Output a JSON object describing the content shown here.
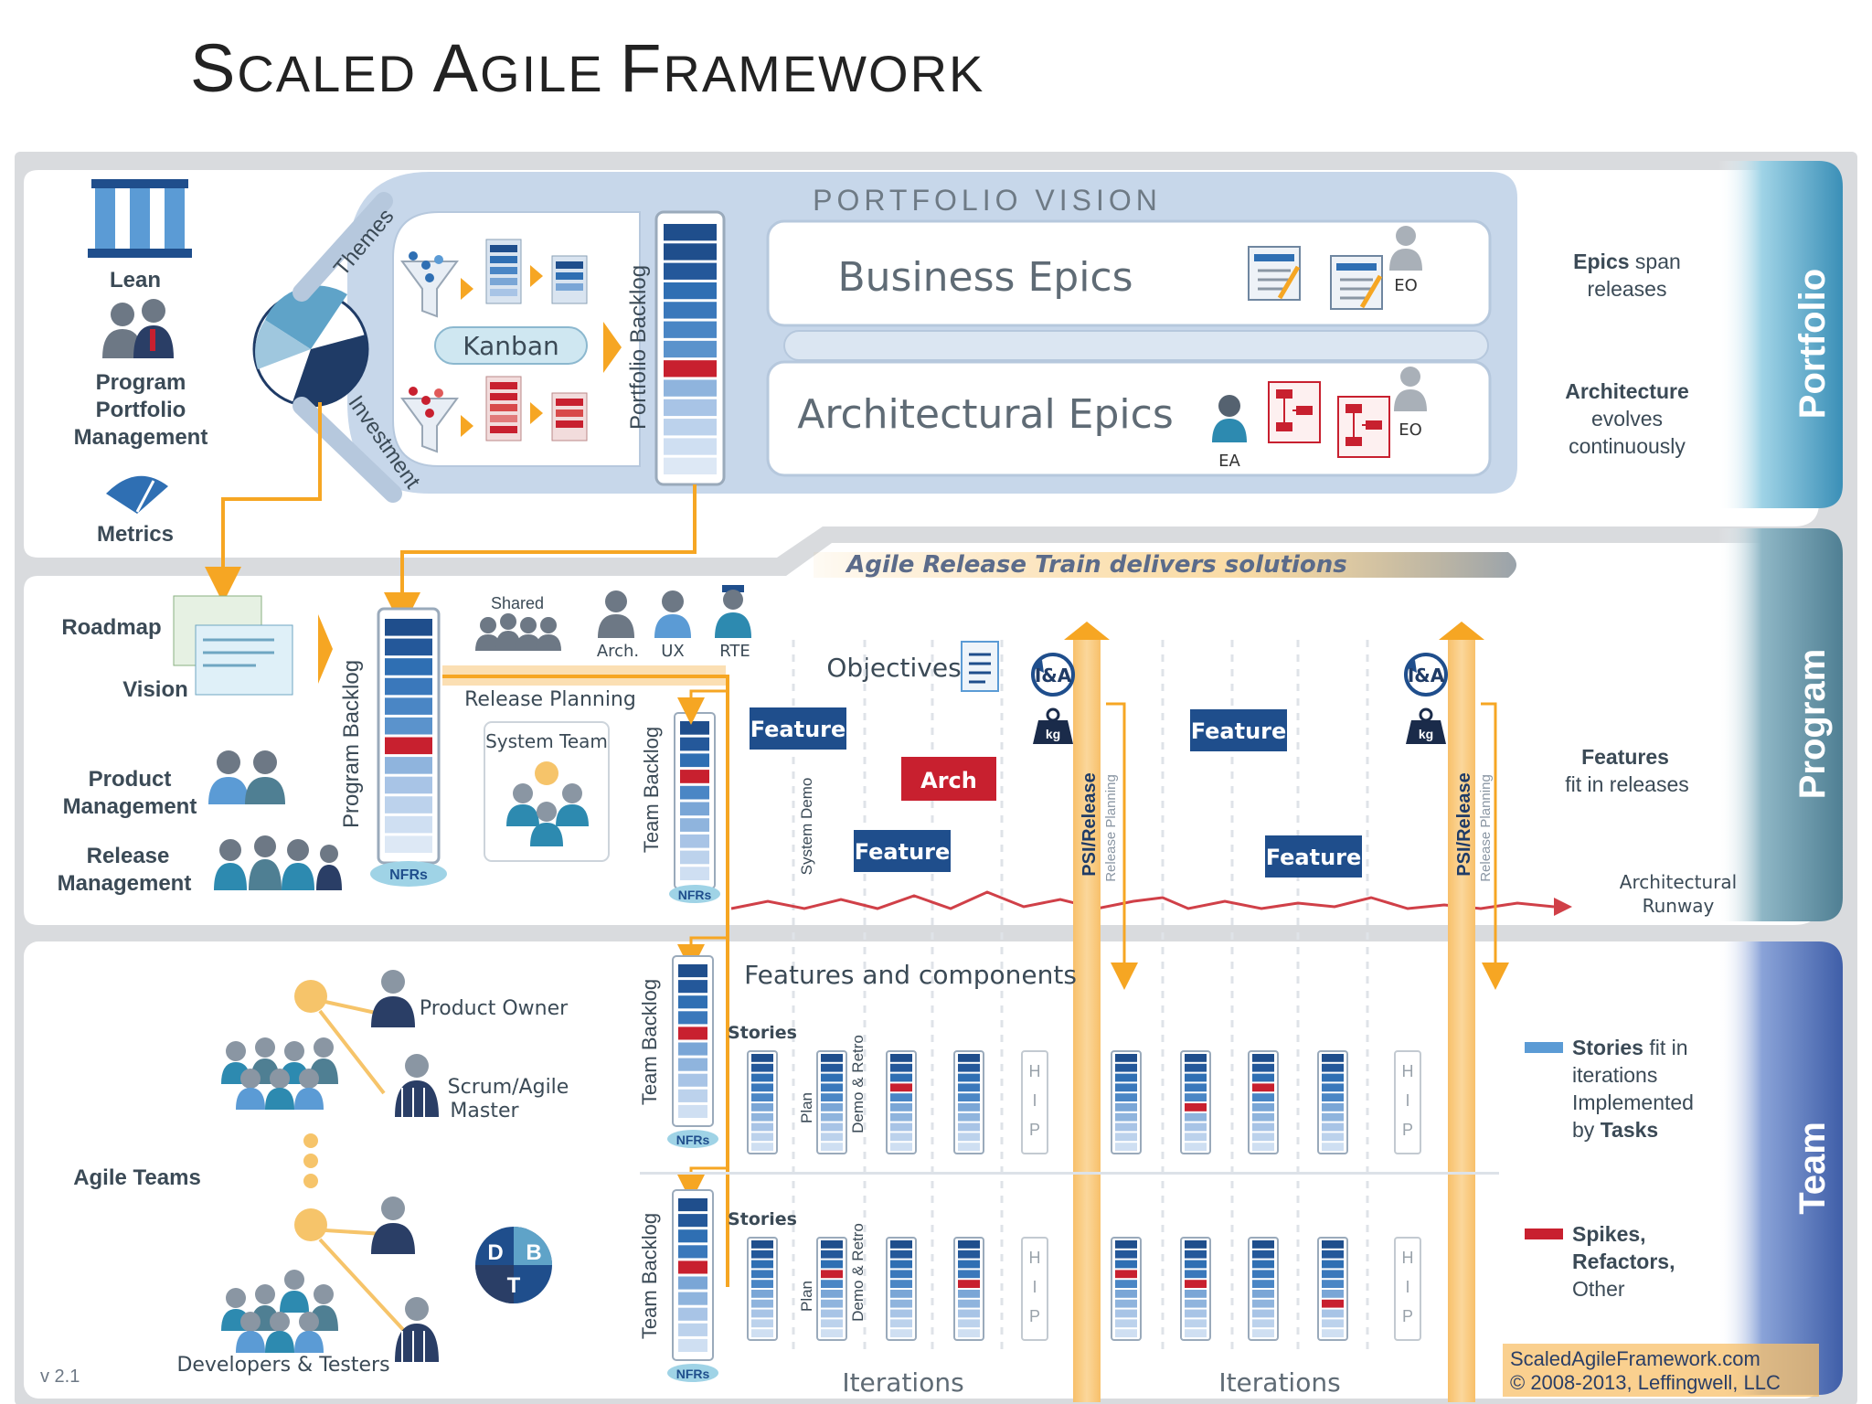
{
  "title": "Scaled Agile Framework",
  "colors": {
    "navy": "#1f4e8c",
    "accent_red": "#c8202f",
    "orange": "#f6a623",
    "band_portfolio": "#3a8fb7",
    "band_program": "#4f7f93",
    "band_team": "#3f5ea8",
    "runway": "#d04048"
  },
  "portfolio": {
    "band_label": "Portfolio",
    "vision_title": "PORTFOLIO VISION",
    "business_epics": "Business Epics",
    "architectural_epics": "Architectural Epics",
    "kanban": "Kanban",
    "themes": "Themes",
    "investment": "Investment",
    "backlog_label": "Portfolio Backlog",
    "eo_1": "EO",
    "eo_2": "EO",
    "ea": "EA",
    "left": {
      "lean": "Lean",
      "ppm": [
        "Program",
        "Portfolio",
        "Management"
      ],
      "metrics": "Metrics"
    },
    "notes": {
      "epics_line1_bold": "Epics",
      "epics_line1_rest": " span",
      "epics_line2": "releases",
      "arch_line1": "Architecture",
      "arch_line2": "evolves",
      "arch_line3": "continuously"
    }
  },
  "program": {
    "band_label": "Program",
    "art_banner": "Agile Release Train delivers solutions",
    "roadmap": "Roadmap",
    "vision": "Vision",
    "product_management": [
      "Product",
      "Management"
    ],
    "release_management": [
      "Release",
      "Management"
    ],
    "backlog_label": "Program Backlog",
    "nfrs": "NFRs",
    "shared": "Shared",
    "arch": "Arch.",
    "ux": "UX",
    "rte": "RTE",
    "release_planning": "Release Planning",
    "system_team": "System Team",
    "team_backlog": "Team Backlog",
    "objectives": "Objectives",
    "system_demo": "System Demo",
    "features": [
      "Feature",
      "Feature",
      "Feature",
      "Feature"
    ],
    "arch_box": "Arch",
    "ia": "I&A",
    "kg": "kg",
    "psi_release": "PSI/Release",
    "release_planning_vertical": "Release Planning",
    "architectural_runway": [
      "Architectural",
      "Runway"
    ],
    "notes": {
      "line1": "Features",
      "line2": "fit in releases"
    }
  },
  "team": {
    "band_label": "Team",
    "product_owner": "Product Owner",
    "scrum_master": [
      "Scrum/Agile",
      "Master"
    ],
    "agile_teams": "Agile Teams",
    "developers_testers": "Developers & Testers",
    "dbt": [
      "D",
      "B",
      "T"
    ],
    "features_and_components": "Features and components",
    "stories": "Stories",
    "plan": "Plan",
    "demo_retro": "Demo & Retro",
    "hip": [
      "H",
      "I",
      "P"
    ],
    "iterations": "Iterations",
    "team_backlog": "Team Backlog",
    "nfrs": "NFRs",
    "legend": {
      "stories_bold": "Stories",
      "stories_rest": " fit in",
      "stories_line2": "iterations",
      "stories_line3": "Implemented",
      "stories_line4_pre": "by ",
      "stories_line4_bold": "Tasks",
      "spikes_line1": "Spikes,",
      "spikes_line2": "Refactors,",
      "spikes_line3": "Other"
    }
  },
  "footer": {
    "version": "v 2.1",
    "site": "ScaledAgileFramework.com",
    "copyright": "© 2008-2013, Leffingwell, LLC"
  }
}
